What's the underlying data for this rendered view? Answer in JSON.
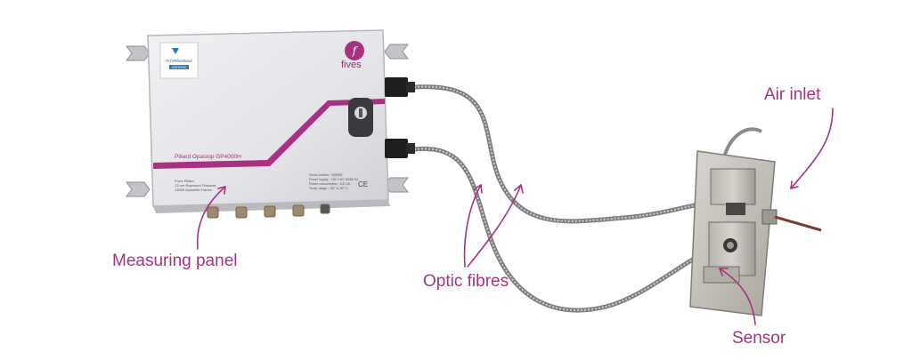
{
  "labels": {
    "measuring_panel": "Measuring panel",
    "optic_fibres": "Optic fibres",
    "air_inlet": "Air inlet",
    "sensor": "Sensor"
  },
  "panel": {
    "brand": "fives",
    "product": "Pillard Opastop GP4000H",
    "cert_line1": "TÜVRheinland",
    "cert_line2": "CERTIFIED",
    "address": [
      "Fives Pillard",
      "13 rue Raymond Teisseire",
      "13009 Marseille France"
    ],
    "spec_lines": [
      "Serial number : 000000",
      "Power supply : 230 V AC 50/60 Hz",
      "Power consumption : 100 VA",
      "Temp. range : -20° to 50° C"
    ],
    "ce_mark": "CE"
  },
  "colors": {
    "accent": "#a8327f",
    "panel_body": "#e6e6ea",
    "fibre": "#9a9a9a"
  }
}
